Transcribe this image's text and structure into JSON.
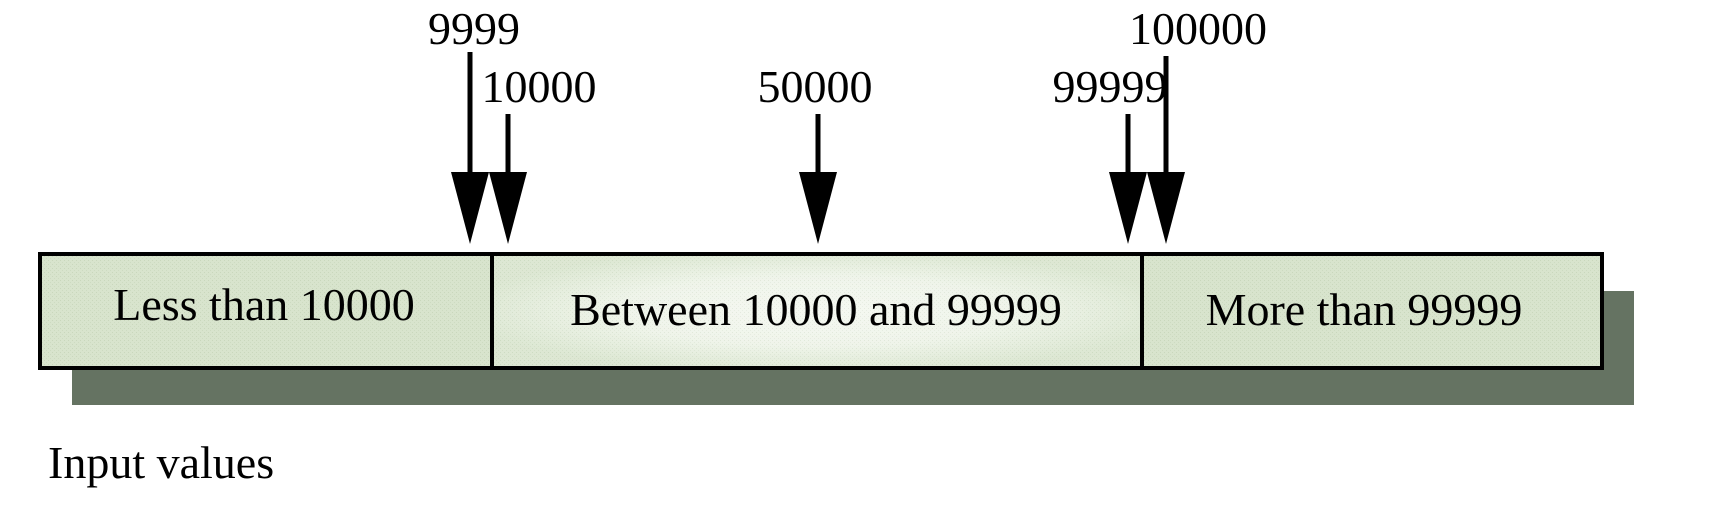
{
  "diagram": {
    "caption": "Input values",
    "regions": [
      {
        "label": "Less than 10000"
      },
      {
        "label": "Between 10000 and 99999"
      },
      {
        "label": "More than 99999"
      }
    ],
    "markers": [
      {
        "label": "9999"
      },
      {
        "label": "10000"
      },
      {
        "label": "50000"
      },
      {
        "label": "99999"
      },
      {
        "label": "100000"
      }
    ],
    "colors": {
      "region_fill": "#d2dfc6",
      "shadow": "#657362",
      "stroke": "#000000"
    }
  }
}
